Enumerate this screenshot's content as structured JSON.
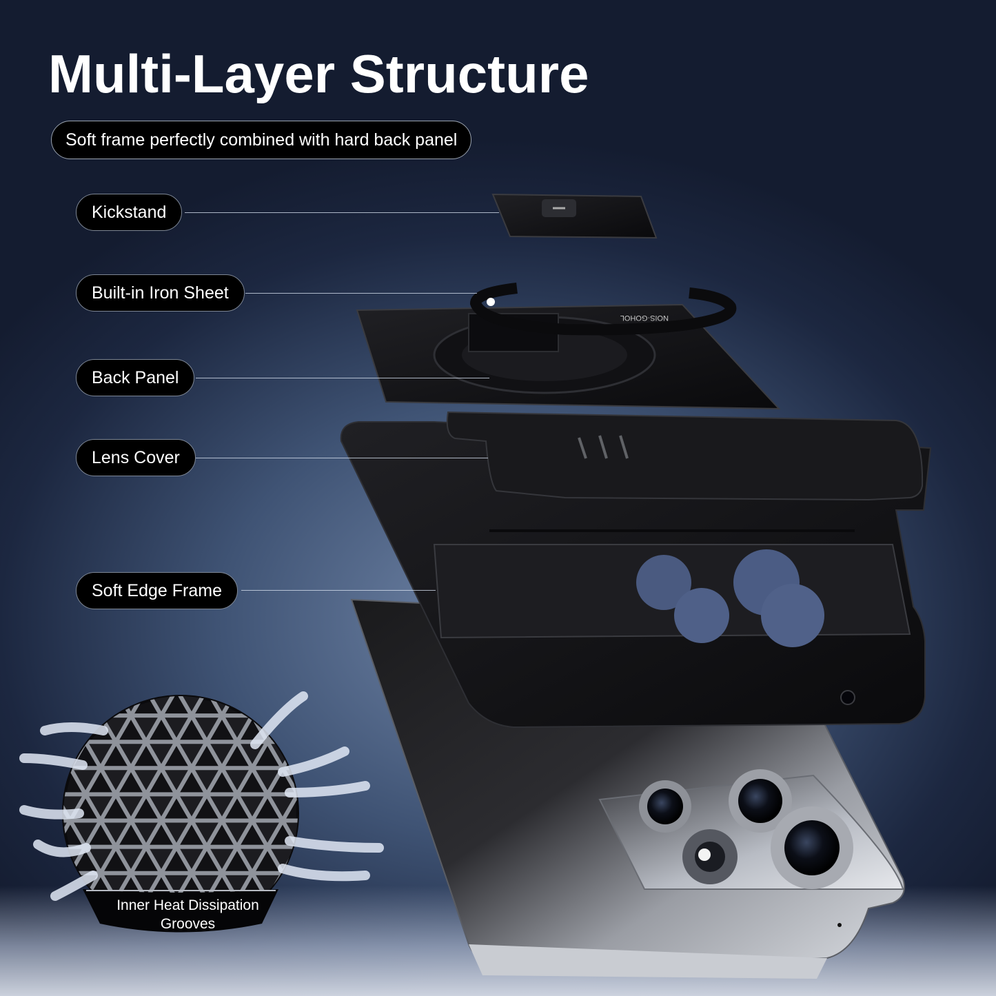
{
  "header": {
    "title": "Multi-Layer Structure",
    "subtitle": "Soft frame perfectly combined with hard back panel"
  },
  "layers": [
    {
      "label": "Kickstand"
    },
    {
      "label": "Built-in Iron Sheet"
    },
    {
      "label": "Back Panel"
    },
    {
      "label": "Lens Cover"
    },
    {
      "label": "Soft Edge Frame"
    }
  ],
  "detail": {
    "caption_line1": "Inner Heat Dissipation",
    "caption_line2": "Grooves"
  },
  "colors": {
    "background": "#2b3a58",
    "pill_background": "#000000",
    "text": "#ffffff"
  }
}
